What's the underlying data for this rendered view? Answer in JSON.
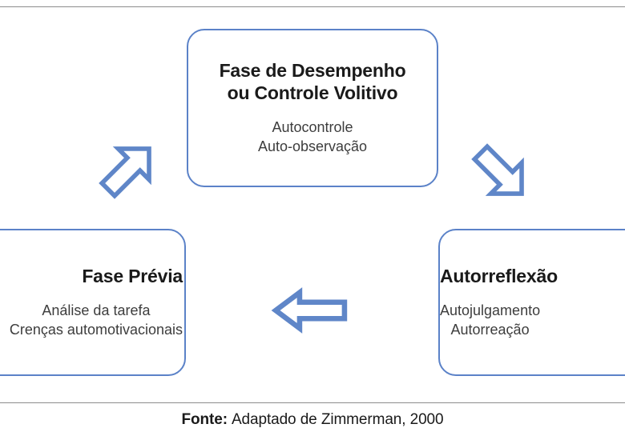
{
  "figure": {
    "background_color": "#ffffff",
    "box_border_color": "#5b82c8",
    "arrow_stroke_color": "#5f86c8",
    "title_color": "#1a1a1a",
    "subtext_color": "#3d3d3d",
    "rule_color": "#8c8c8c"
  },
  "boxes": [
    {
      "id": "performance",
      "title_line1": "Fase de Desempenho",
      "title_line2": "ou Controle Volitivo",
      "sub_line1": "Autocontrole",
      "sub_line2": "Auto-observação"
    },
    {
      "id": "forethought",
      "title_line1": "Fase Prévia",
      "title_line2": "",
      "sub_line1": "Análise da tarefa",
      "sub_line2": "Crenças automotivacionais"
    },
    {
      "id": "selfreflection",
      "title_line1": "Autorreflexão",
      "title_line2": "",
      "sub_line1": "Autojulgamento",
      "sub_line2": "Autorreação"
    }
  ],
  "arrows": [
    {
      "id": "left",
      "direction": "up-right",
      "icon": "arrow-up-right-icon"
    },
    {
      "id": "right",
      "direction": "down-right",
      "icon": "arrow-down-right-icon"
    },
    {
      "id": "bottom",
      "direction": "left",
      "icon": "arrow-left-icon"
    }
  ],
  "caption": {
    "label": "Fonte:",
    "text": "Adaptado de Zimmerman, 2000"
  }
}
